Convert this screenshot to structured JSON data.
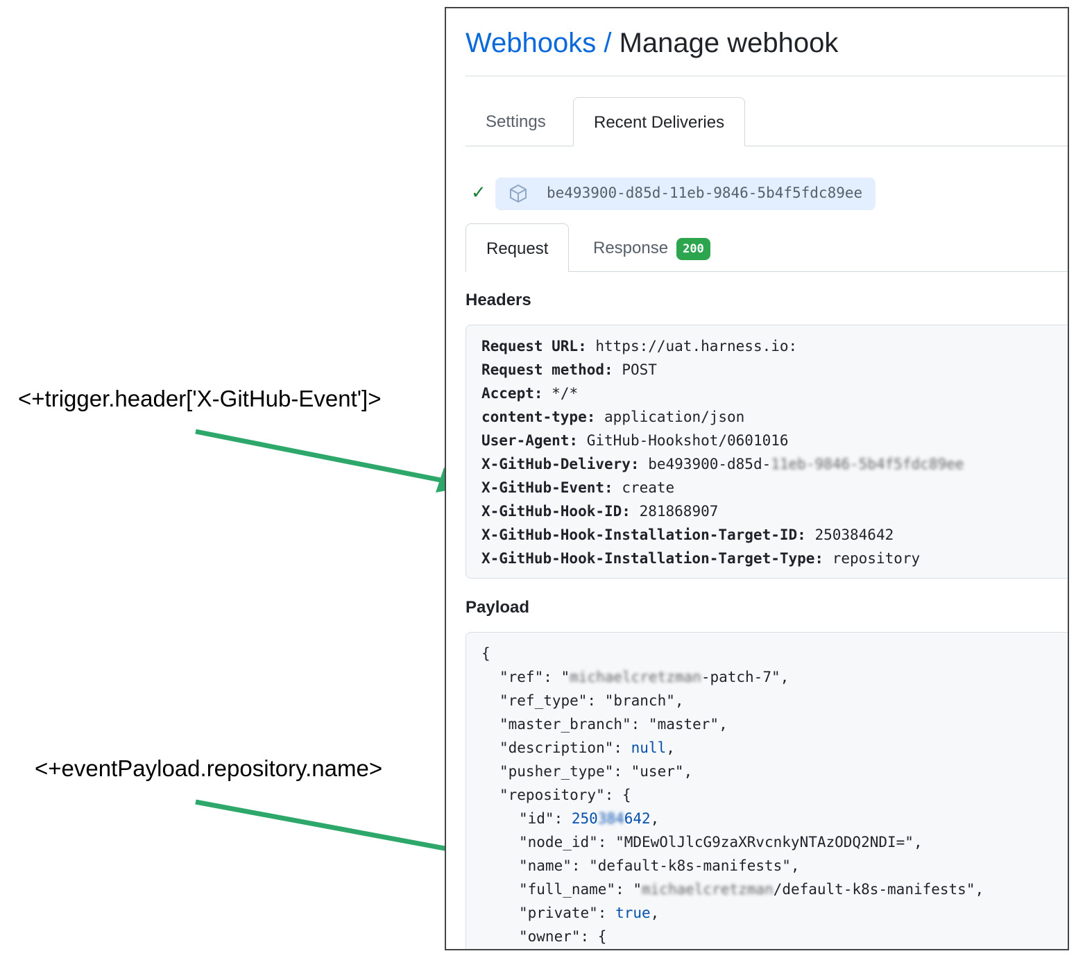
{
  "annotations": [
    {
      "text": "<+trigger.header['X-GitHub-Event']>"
    },
    {
      "text": "<+eventPayload.repository.name>"
    }
  ],
  "colors": {
    "arrow": "#2ea86a",
    "link": "#0969da",
    "badge": "#2da44e",
    "check": "#1a7f37"
  },
  "page": {
    "breadcrumb_link": "Webhooks",
    "separator": " / ",
    "title": "Manage webhook"
  },
  "tabs": [
    {
      "label": "Settings"
    },
    {
      "label": "Recent Deliveries",
      "active": true
    }
  ],
  "delivery": {
    "status_icon": "check-icon",
    "event_icon": "package-icon",
    "guid": "be493900-d85d-11eb-9846-5b4f5fdc89ee"
  },
  "subtabs": {
    "request": "Request",
    "response": "Response",
    "status_code": "200"
  },
  "headers_title": "Headers",
  "headers": [
    {
      "key": "Request URL:",
      "value": "https://uat.harness.io:"
    },
    {
      "key": "Request method:",
      "value": "POST"
    },
    {
      "key": "Accept:",
      "value": "*/*"
    },
    {
      "key": "content-type:",
      "value": "application/json"
    },
    {
      "key": "User-Agent:",
      "value": "GitHub-Hookshot/0601016"
    },
    {
      "key": "X-GitHub-Delivery:",
      "value": "be493900-d85d-",
      "blurred": "11eb-9846-5b4f5fdc89ee"
    },
    {
      "key": "X-GitHub-Event:",
      "value": "create"
    },
    {
      "key": "X-GitHub-Hook-ID:",
      "value": "281868907"
    },
    {
      "key": "X-GitHub-Hook-Installation-Target-ID:",
      "value": "250384642"
    },
    {
      "key": "X-GitHub-Hook-Installation-Target-Type:",
      "value": "repository"
    }
  ],
  "payload_title": "Payload",
  "payload": {
    "open": "{",
    "ref_key": "\"ref\": \"",
    "ref_blur": "michaelcretzman",
    "ref_rest": "-patch-7\",",
    "ref_type": "\"ref_type\": \"branch\",",
    "master_branch": "\"master_branch\": \"master\",",
    "description_key": "\"description\": ",
    "description_val": "null",
    "pusher_type": "\"pusher_type\": \"user\",",
    "repository": "\"repository\": {",
    "id_key": "\"id\": ",
    "id_val": "250",
    "id_blur": "384",
    "id_rest": "642",
    "node_id": "\"node_id\": \"MDEwOlJlcG9zaXRvcnkyNTAzODQ2NDI=\",",
    "name": "\"name\": \"default-k8s-manifests\",",
    "full_name_key": "\"full_name\": \"",
    "full_name_blur": "michaelcretzman",
    "full_name_rest": "/default-k8s-manifests\",",
    "private_key": "\"private\": ",
    "private_val": "true",
    "owner": "\"owner\": {"
  }
}
